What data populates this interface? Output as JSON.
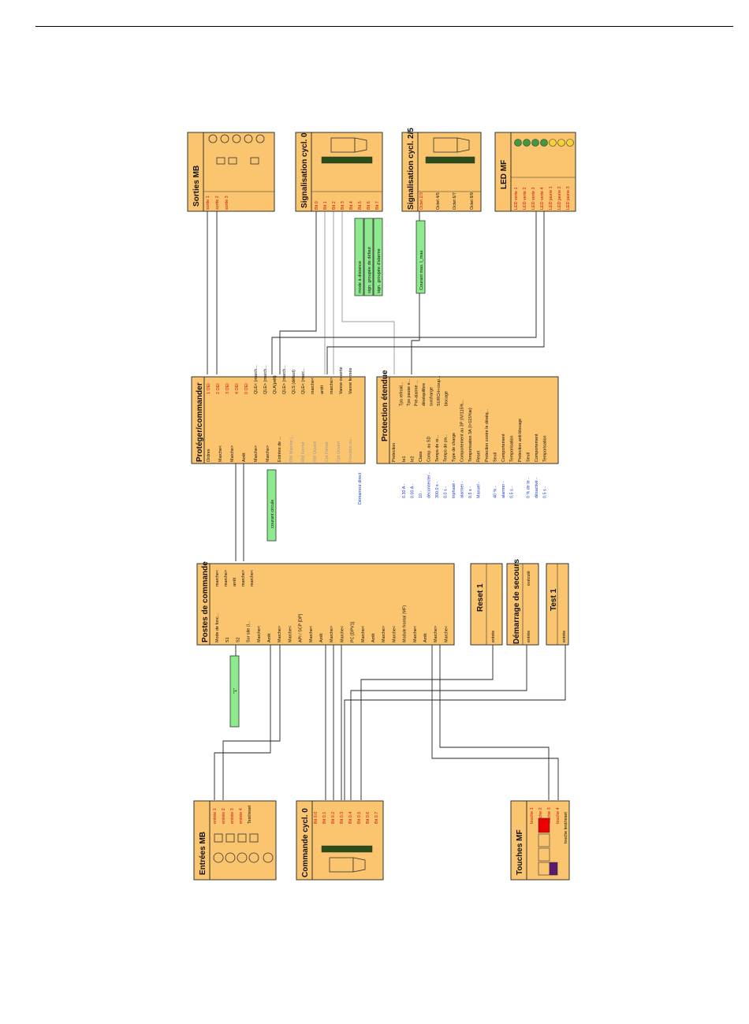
{
  "blocks": {
    "sorties_mb": {
      "title": "Sorties MB",
      "ports": [
        "sortie 1",
        "sortie 2",
        "sortie 3"
      ]
    },
    "sig_cycl0": {
      "title": "Signalisation cycl. 0",
      "ports": [
        "Bit 0",
        "Bit 1",
        "Bit 2",
        "Bit 3",
        "Bit 4",
        "Bit 5",
        "Bit 6",
        "Bit 7"
      ]
    },
    "sig_cycl25": {
      "title": "Signalisation cycl. 2/5",
      "ports": [
        "Octet 2/3",
        "Octet 4/5",
        "Octet 6/7",
        "Octet 8/9"
      ]
    },
    "led_mf": {
      "title": "LED MF",
      "ports": [
        "LED verte 1",
        "LED verte 2",
        "LED verte 3",
        "LED verte 4",
        "LED jaune 1",
        "LED jaune 2",
        "LED jaune 3"
      ]
    },
    "proteger": {
      "title": "Protéger/commander",
      "left_col": [
        "Ordres",
        "Marche<",
        "Marche>",
        "Arrêt",
        "Marche>",
        "Marche>",
        "Entrées de ...",
        "RM Marche (...",
        "RM Fermé",
        "RM Ouvert",
        "Cpt Fermé",
        "Cpt Ouvert",
        "Fonction ou..."
      ],
      "right_col": [
        "1 OEI",
        "2 OEI",
        "3 OEI",
        "4 OEI",
        "0 OEI",
        "QLE< (march...",
        "QLE> (march...",
        "QLA(prêt)",
        "QLE> (march...",
        "QLS (défaut)",
        "QLE< (marc...",
        "marche<",
        "arrêt",
        "marche>",
        "Vanne ouverte",
        "Vanne fermée"
      ],
      "footer": "Démarreur direct"
    },
    "protection": {
      "title": "Protection étendue",
      "header_row": [
        "Protection",
        "Tps refroid...",
        "Tps pause e...",
        "Pré-alarme ...",
        "déséquilibre",
        "surcharge",
        "SURCH+coup...",
        "blocage"
      ],
      "rows": [
        [
          "0.30 A -",
          "Ie1"
        ],
        [
          "0.00 A -",
          "Ie2"
        ],
        [
          "10 -",
          "Class"
        ],
        [
          "déconnecter -",
          "Comp. au SD"
        ],
        [
          "300.0 s -",
          "Temps de re..."
        ],
        [
          "0.0 s -",
          "Temps de pa..."
        ],
        [
          "triphasé -",
          "Type de charge"
        ],
        [
          "alarmer -",
          "Comportement au 3P (IV/115%..."
        ],
        [
          "0.5 s -",
          "Temporisation 3A (I>115%ie)"
        ],
        [
          "Manuel -",
          "Reset"
        ],
        [
          "",
          "Protection contre le déséq..."
        ],
        [
          "40 % -",
          "Seuil"
        ],
        [
          "alarmer -",
          "Comportement"
        ],
        [
          "0.5 s -",
          "Temporisation"
        ],
        [
          "",
          "Protection anti-blocage"
        ],
        [
          "0 % de Ie -",
          "Seuil"
        ],
        [
          "désactivé -",
          "Comportement"
        ],
        [
          "0.5 s -",
          "Temporisation"
        ]
      ]
    },
    "postes": {
      "title": "Postes de commande",
      "rows": [
        "Mode de fonc...",
        "S1",
        "S2",
        "Sur site (l...",
        "Marche<",
        "Arrêt",
        "Marche>",
        "Marche<",
        "API / SCP [DP]",
        "Marche<",
        "Arrêt",
        "Marche>",
        "Marche<",
        "PC [DPV1]",
        "Marche<",
        "Arrêt",
        "Marche>",
        "Marche<",
        "Module frontal (MF)",
        "Marche<",
        "Arrêt",
        "Marche>",
        "Marche<"
      ],
      "outputs": [
        "marche<",
        "marche>",
        "arrêt",
        "marche>",
        "marche<"
      ]
    },
    "reset": {
      "title": "Reset 1",
      "port": "entrée"
    },
    "demarrage": {
      "title": "Démarrage de secours",
      "port": "entrée",
      "out": "exécuté"
    },
    "test": {
      "title": "Test 1",
      "port": "entrée"
    },
    "entrees_mb": {
      "title": "Entrées MB",
      "ports": [
        "entrée 1",
        "entrée 2",
        "entrée 3",
        "entrée 4",
        "Test/reset"
      ]
    },
    "cmd_cycl0": {
      "title": "Commande cycl. 0",
      "ports": [
        "Bit 0.0",
        "Bit 0.1",
        "Bit 0.2",
        "Bit 0.3",
        "Bit 0.4",
        "Bit 0.5",
        "Bit 0.6",
        "Bit 0.7"
      ]
    },
    "touches": {
      "title": "Touches MF",
      "ports": [
        "touche 1",
        "touche 2",
        "touche 3",
        "touche 4",
        "touche test/reset"
      ]
    }
  },
  "green_labels": {
    "g_mode": "mode à distance",
    "g_defaut": "sign. groupée de défaut",
    "g_alarme": "sign. groupée d'alarme",
    "g_courant_max": "Courant max. I_max",
    "g_courant_circule": "courant circule",
    "g_one": "\"1\""
  },
  "colors": {
    "block": "#FBC46E",
    "green": "#8DEB8D",
    "red_port": "#cc1111",
    "blue_param": "#1a3fbf",
    "led_green": "#3d9a3d",
    "led_yellow": "#f2d235"
  }
}
